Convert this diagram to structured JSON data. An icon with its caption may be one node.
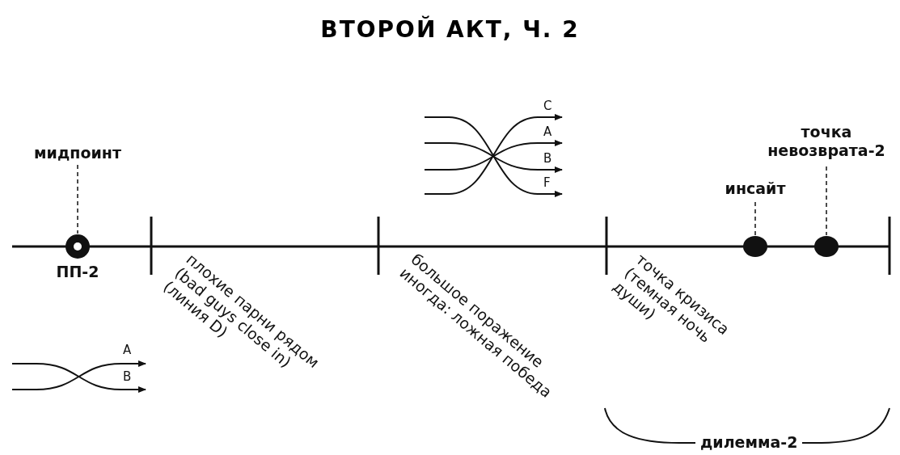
{
  "diagram": {
    "title": "ВТОРОЙ АКТ, Ч. 2",
    "nodes": [
      {
        "text": [
          "мидпоинт"
        ]
      },
      {
        "text": [],
        "shape": "circle",
        "beside": [
          "ПП-2"
        ]
      },
      {
        "text": [
          "инсайт"
        ]
      },
      {
        "text": [],
        "shape": "circle"
      },
      {
        "text": [
          "точка невозврата-2"
        ]
      },
      {
        "text": [],
        "shape": "circle"
      }
    ],
    "edges": [
      {
        "from": 0,
        "to": 1,
        "arrow": "none",
        "style": "dashed"
      },
      {
        "from": 2,
        "to": 3,
        "arrow": "none",
        "style": "dashed"
      },
      {
        "from": 4,
        "to": 5,
        "arrow": "none",
        "style": "dashed"
      }
    ],
    "labels": [
      "C",
      "A",
      "B",
      "F",
      "плохие парни рядом (bad guys close in) (линия D)",
      "большое поражение иногда: ложная победа",
      "точка кризиса (темная ночь души)",
      "A",
      "B",
      "дилемма-2"
    ]
  }
}
